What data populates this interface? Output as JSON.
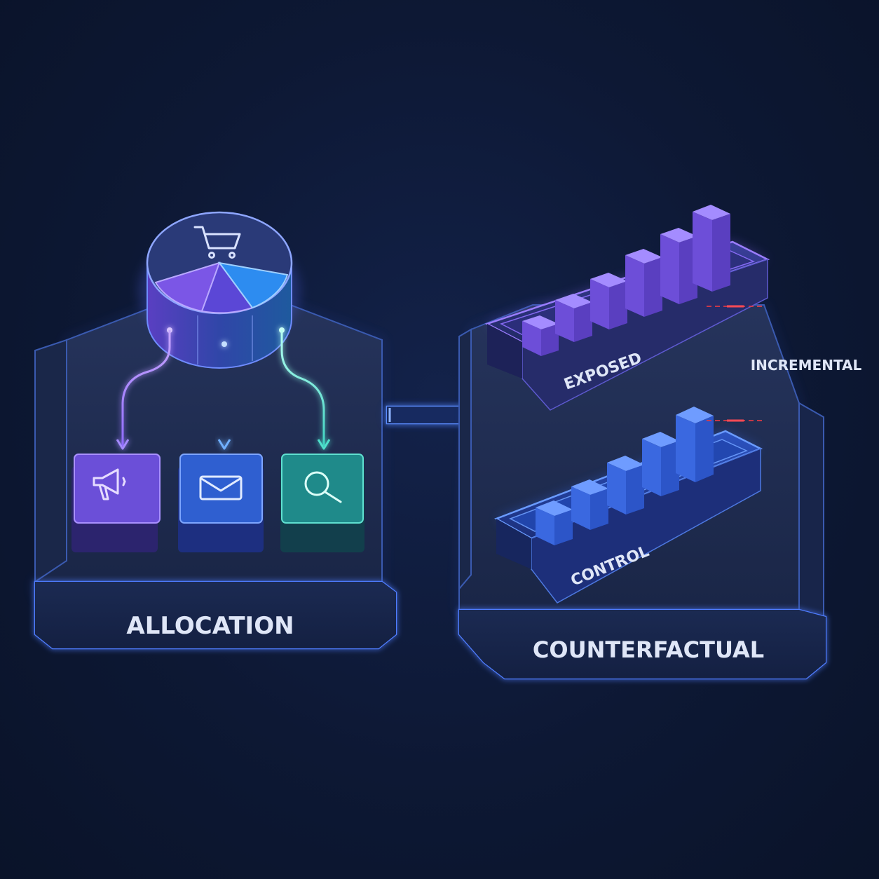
{
  "panels": {
    "allocation": {
      "label": "ALLOCATION"
    },
    "counterfactual": {
      "label": "COUNTERFACTUAL"
    }
  },
  "hub": {
    "icon": "shopping-cart-icon"
  },
  "channels": [
    {
      "icon": "megaphone-icon",
      "color": "#6b4fd8"
    },
    {
      "icon": "envelope-icon",
      "color": "#2f5fd0"
    },
    {
      "icon": "magnifier-icon",
      "color": "#1f8a8a"
    }
  ],
  "groups": {
    "exposed": {
      "label": "EXPOSED",
      "color": "#7a5ce6"
    },
    "control": {
      "label": "CONTROL",
      "color": "#3d6fe0"
    }
  },
  "gap": {
    "label": "INCREMENTAL",
    "color": "#e23a45"
  },
  "colors": {
    "background": "#0d1834",
    "panel_top": "#1f2c50",
    "panel_edge": "#4a7bff",
    "hub_purple": "#7b56e6",
    "hub_blue": "#2d8cf0",
    "teal_line": "#45d6c4"
  }
}
